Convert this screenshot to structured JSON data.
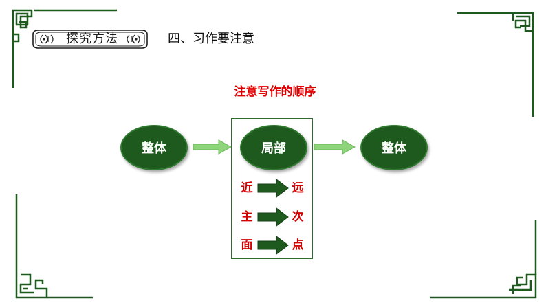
{
  "header": {
    "badge_label": "探究方法",
    "section_title": "四、习作要注意"
  },
  "diagram": {
    "subtitle": "注意写作的顺序",
    "nodes": {
      "left": "整体",
      "middle": "局部",
      "right": "整体"
    },
    "pairs": [
      {
        "from": "近",
        "to": "远"
      },
      {
        "from": "主",
        "to": "次"
      },
      {
        "from": "面",
        "to": "点"
      }
    ]
  },
  "colors": {
    "frame_green": "#1e5a1e",
    "node_fill": "#1e5a1e",
    "light_arrow": "#8ed47a",
    "dark_arrow": "#1e5a1e",
    "accent_red": "#e00000"
  }
}
